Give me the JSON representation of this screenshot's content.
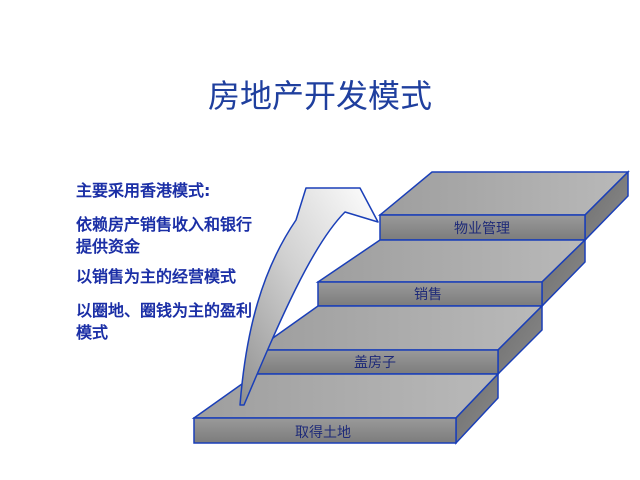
{
  "title": "房地产开发模式",
  "text": {
    "line1": "主要采用香港模式:",
    "line2": "依赖房产销售收入和银行",
    "line3": "提供资金",
    "line4": "以销售为主的经营模式",
    "line5": "以圈地、圈钱为主的盈利",
    "line6": "模式"
  },
  "steps": {
    "step1": "取得土地",
    "step2": "盖房子",
    "step3": "销售",
    "step4": "物业管理"
  },
  "colors": {
    "title": "#1f3f9e",
    "text": "#1b2fa6",
    "step_face": "#8e8e8e",
    "step_top": "#a8a8a8",
    "step_edge": "#1a3fb8"
  }
}
